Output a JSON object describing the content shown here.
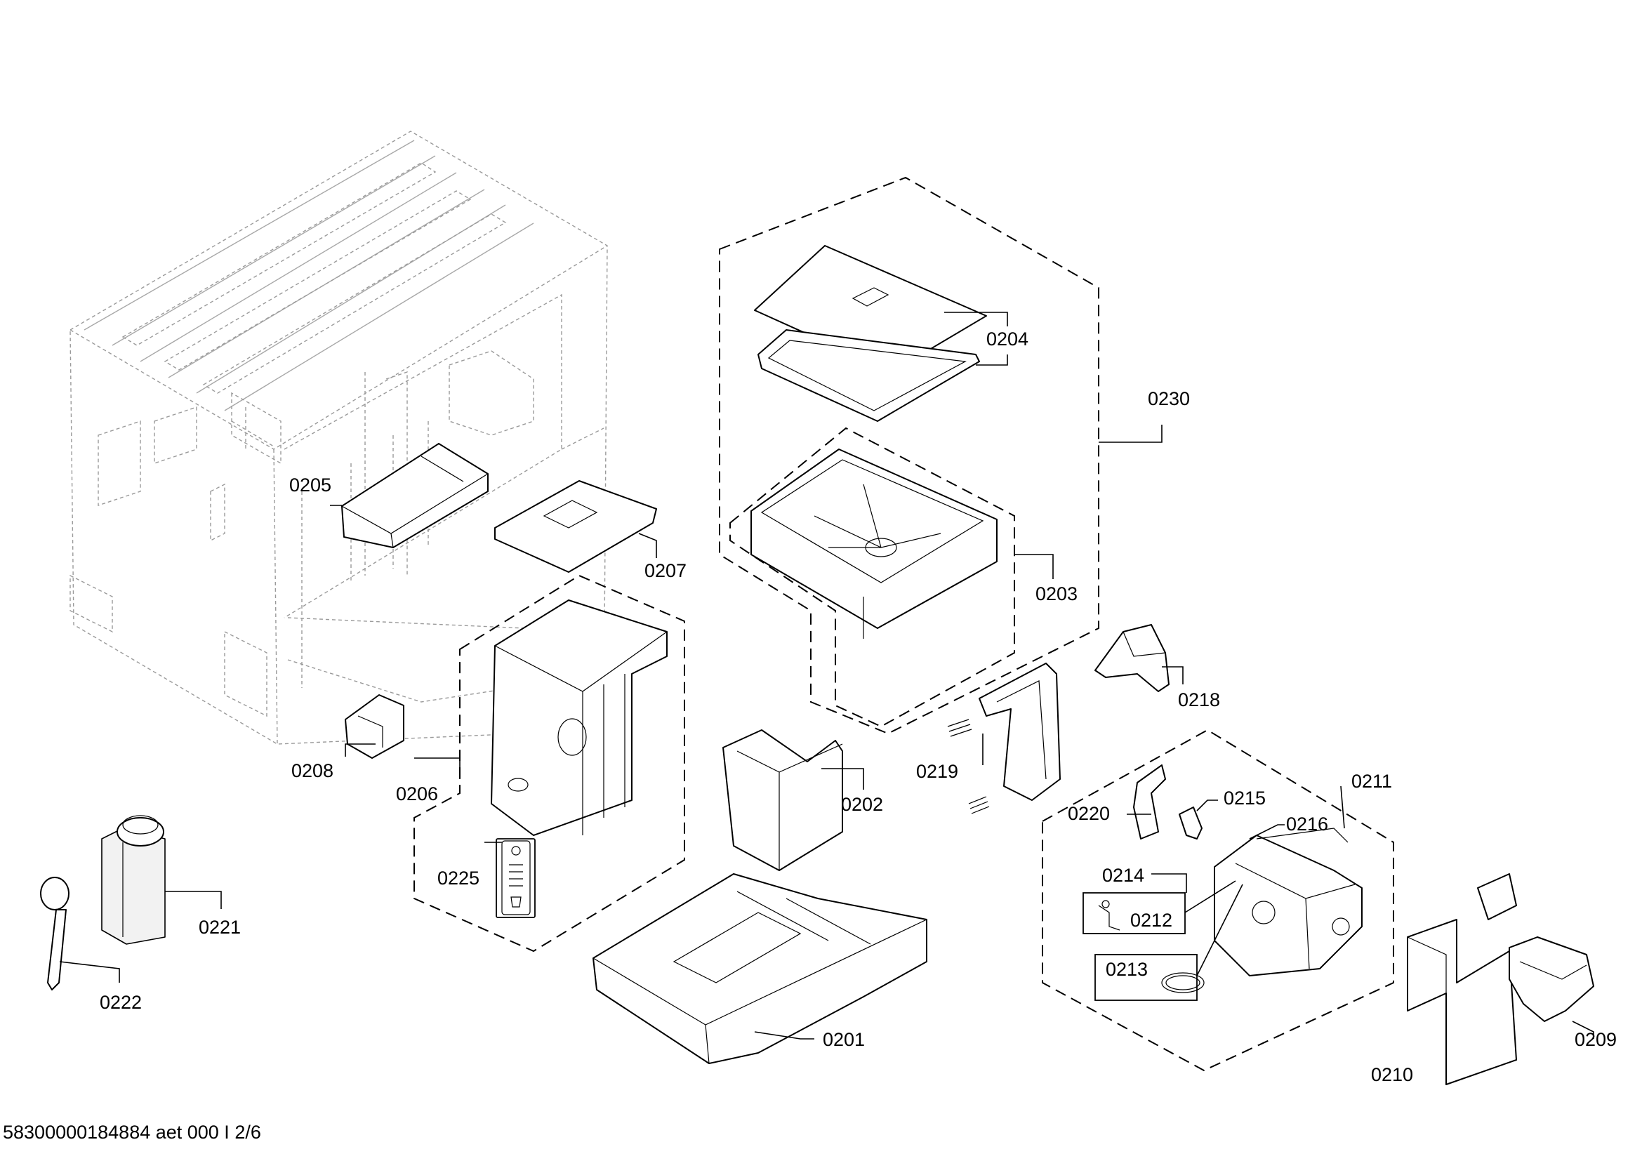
{
  "diagram": {
    "footer": "58300000184884 aet 000 I 2/6",
    "labels": {
      "l0201": "0201",
      "l0202": "0202",
      "l0203": "0203",
      "l0204": "0204",
      "l0205": "0205",
      "l0206": "0206",
      "l0207": "0207",
      "l0208": "0208",
      "l0209": "0209",
      "l0210": "0210",
      "l0211": "0211",
      "l0212": "0212",
      "l0213": "0213",
      "l0214": "0214",
      "l0215": "0215",
      "l0216": "0216",
      "l0218": "0218",
      "l0219": "0219",
      "l0220": "0220",
      "l0221": "0221",
      "l0222": "0222",
      "l0225": "0225",
      "l0230": "0230"
    }
  }
}
